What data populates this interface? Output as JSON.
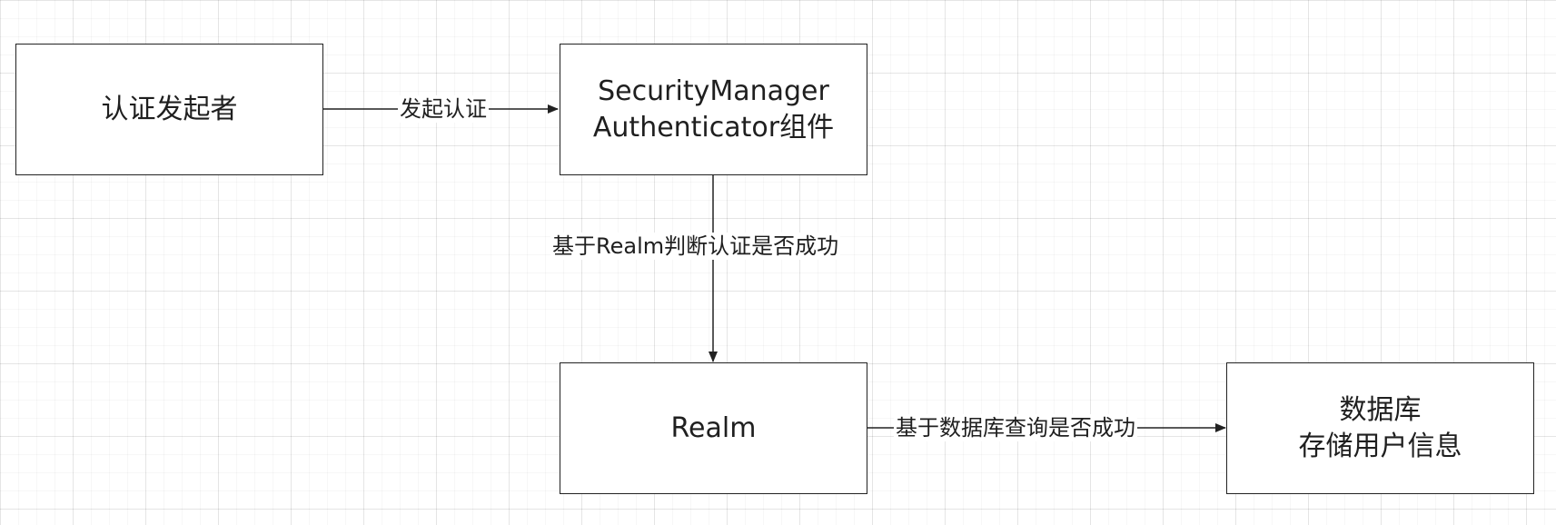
{
  "nodes": {
    "initiator": {
      "line1": "认证发起者"
    },
    "security_manager": {
      "line1": "SecurityManager",
      "line2": "Authenticator组件"
    },
    "realm": {
      "line1": "Realm"
    },
    "database": {
      "line1": "数据库",
      "line2": "存储用户信息"
    }
  },
  "edges": {
    "initiate_auth": {
      "label": "发起认证"
    },
    "realm_judge": {
      "label": "基于Realm判断认证是否成功"
    },
    "db_query": {
      "label": "基于数据库查询是否成功"
    }
  },
  "colors": {
    "stroke": "#222222",
    "text": "#1f1f1f",
    "background": "#ffffff"
  }
}
